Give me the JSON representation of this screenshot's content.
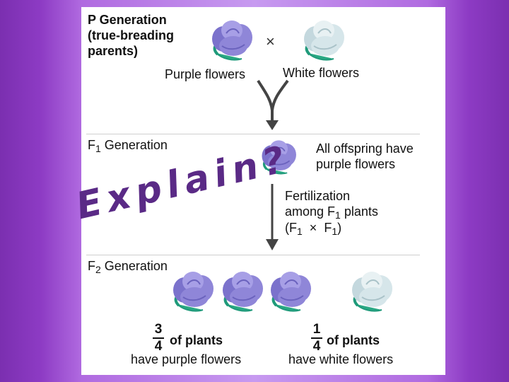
{
  "p_generation": {
    "title_lines": [
      "P Generation",
      "(true-breading",
      "parents)"
    ],
    "cross_symbol": "×",
    "purple_label": "Purple flowers",
    "white_label": "White flowers"
  },
  "f1_generation": {
    "title": "F",
    "title_sub": "1",
    "title_rest": " Generation",
    "result_lines": [
      "All offspring have",
      "purple flowers"
    ]
  },
  "overlay": {
    "explain_text": "Explain?"
  },
  "fertilization": {
    "line1": "Fertilization",
    "line2_pre": "among F",
    "line2_sub": "1",
    "line2_post": " plants",
    "line3_pre": "(F",
    "line3_sub1": "1",
    "line3_mid": "  ×  F",
    "line3_sub2": "1",
    "line3_post": ")"
  },
  "f2_generation": {
    "title": "F",
    "title_sub": "2",
    "title_rest": " Generation",
    "purple_fraction": {
      "numerator": "3",
      "denominator": "4",
      "of_text": "of plants",
      "caption": "have purple flowers"
    },
    "white_fraction": {
      "numerator": "1",
      "denominator": "4",
      "of_text": "of plants",
      "caption": "have white flowers"
    }
  },
  "colors": {
    "purple_flower": "#8f86d8",
    "white_flower": "#d6e6ea",
    "leaf": "#1f9a7a",
    "background": "#9b4fd0",
    "explain_text": "#5a2a86"
  }
}
